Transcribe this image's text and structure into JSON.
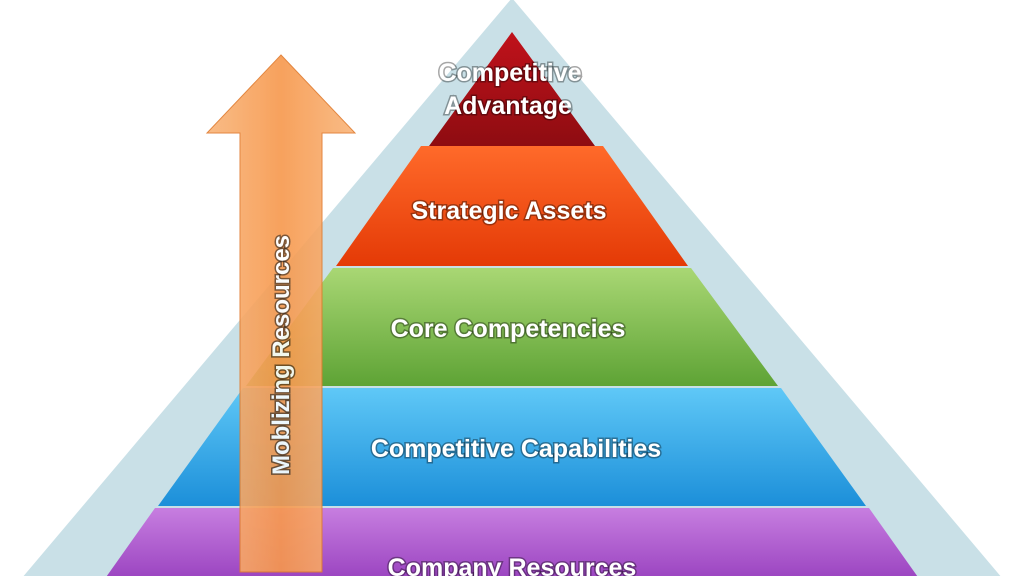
{
  "diagram": {
    "tiers": [
      {
        "lines": [
          "Competitive",
          "Advantage"
        ],
        "color_top": "#c0121b",
        "color_bottom": "#8e0c11"
      },
      {
        "lines": [
          "Strategic Assets"
        ],
        "color_top": "#ff6a2a",
        "color_bottom": "#e43a06"
      },
      {
        "lines": [
          "Core Competencies"
        ],
        "color_top": "#a9d774",
        "color_bottom": "#5ea335"
      },
      {
        "lines": [
          "Competitive Capabilities"
        ],
        "color_top": "#5fc8f7",
        "color_bottom": "#1c8fd9"
      },
      {
        "lines": [
          "Company Resources"
        ],
        "color_top": "#c77ee0",
        "color_bottom": "#9a43c0"
      }
    ],
    "arrow_label": "Moblizing Resources",
    "colors": {
      "outer_triangle": "#c9e0e7",
      "arrow": "#f7a05b",
      "arrow_edge": "#e07a2c"
    }
  }
}
